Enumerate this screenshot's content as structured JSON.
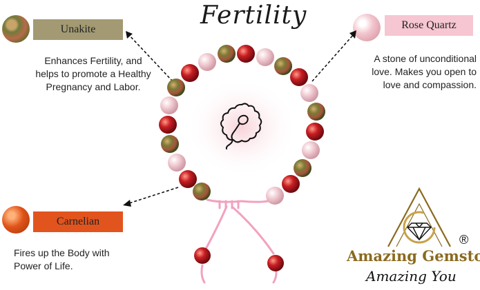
{
  "title": "Fertility",
  "stones": {
    "unakite": {
      "name": "Unakite",
      "desc": [
        "Enhances Fertility, and",
        "helps to promote a Healthy",
        "Pregnancy and Labor."
      ]
    },
    "rose_quartz": {
      "name": "Rose Quartz",
      "desc": [
        "A stone of unconditional",
        "love. Makes you open to",
        "love and compassion."
      ]
    },
    "carnelian": {
      "name": "Carnelian",
      "desc": [
        "Fires up the Body with",
        "Power of Life."
      ]
    }
  },
  "brand": {
    "name": "Amazing Gemstone",
    "tagline": "Amazing You",
    "registered": "®"
  },
  "colors": {
    "unakite_label": "#a39a73",
    "rose_label": "#f6c6d2",
    "carnelian_label": "#e2541d",
    "cord": "#f2a1bf",
    "logo_gold": "#8a6a1e"
  },
  "icons": [
    "sperm-egg-icon",
    "diamond-icon",
    "registered-icon"
  ]
}
